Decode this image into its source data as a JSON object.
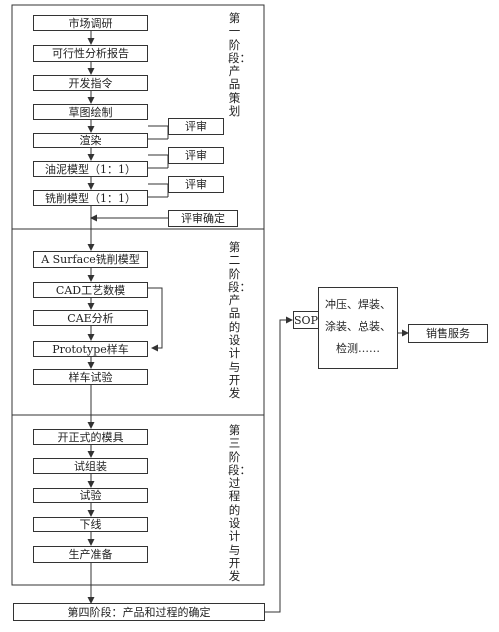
{
  "stages": {
    "stage1": "第一阶段：产品策划",
    "stage2": "第二阶段：产品的设计与开发",
    "stage3": "第三阶段：过程的设计与开发",
    "stage4": "第四阶段：产品和过程的确定"
  },
  "stage1_steps": [
    "市场调研",
    "可行性分析报告",
    "开发指令",
    "草图绘制",
    "渲染",
    "油泥模型（1：1）",
    "铣削模型（1：1）"
  ],
  "reviews": [
    "评审",
    "评审",
    "评审",
    "评审确定"
  ],
  "stage2_steps": [
    "A Surface铣削模型",
    "CAD工艺数模",
    "CAE分析",
    "Prototype样车",
    "样车试验"
  ],
  "stage3_steps": [
    "开正式的模具",
    "试组装",
    "试验",
    "下线",
    "生产准备"
  ],
  "sop": "SOP",
  "production_lines": [
    "冲压、焊装、",
    "涂装、总装、",
    "检测……"
  ],
  "sales": "销售服务"
}
